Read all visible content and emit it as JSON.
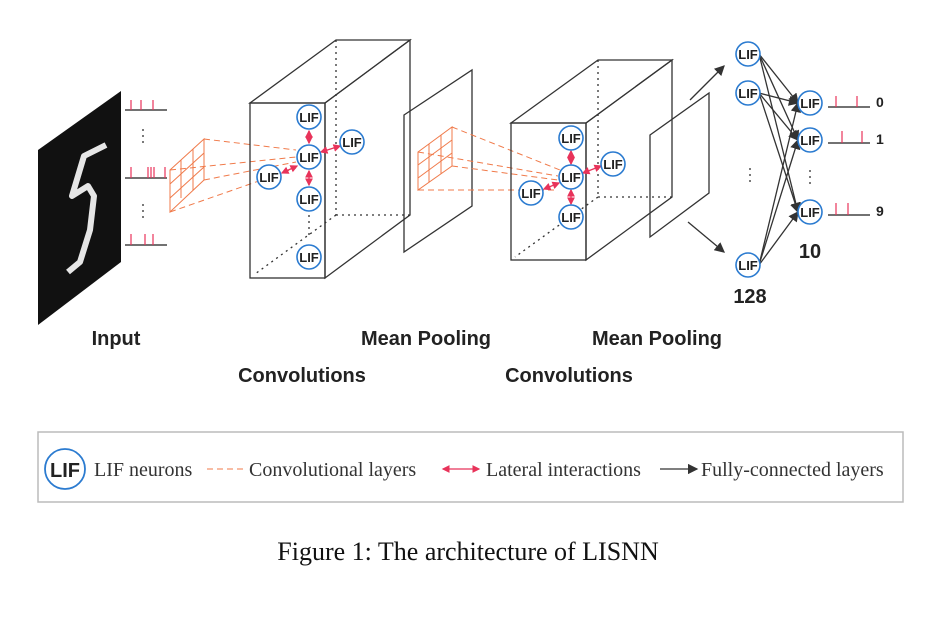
{
  "figure": {
    "lif_label": "LIF",
    "labels": {
      "input": "Input",
      "mean_pooling_1": "Mean Pooling",
      "convolutions_1": "Convolutions",
      "mean_pooling_2": "Mean Pooling",
      "convolutions_2": "Convolutions"
    },
    "hidden_count": "128",
    "output_count": "10",
    "output_labels": [
      "0",
      "1",
      "9"
    ],
    "colors": {
      "lif_circle": "#2b7bd0",
      "convolution": "#f07a4a",
      "lateral": "#e8335a",
      "edges": "#333333"
    }
  },
  "legend": {
    "lif_icon_text": "LIF",
    "lif_neurons": "LIF neurons",
    "convolutional_layers": "Convolutional layers",
    "lateral_interactions": "Lateral interactions",
    "fully_connected_layers": "Fully-connected layers"
  },
  "caption": "Figure 1: The architecture of LISNN"
}
